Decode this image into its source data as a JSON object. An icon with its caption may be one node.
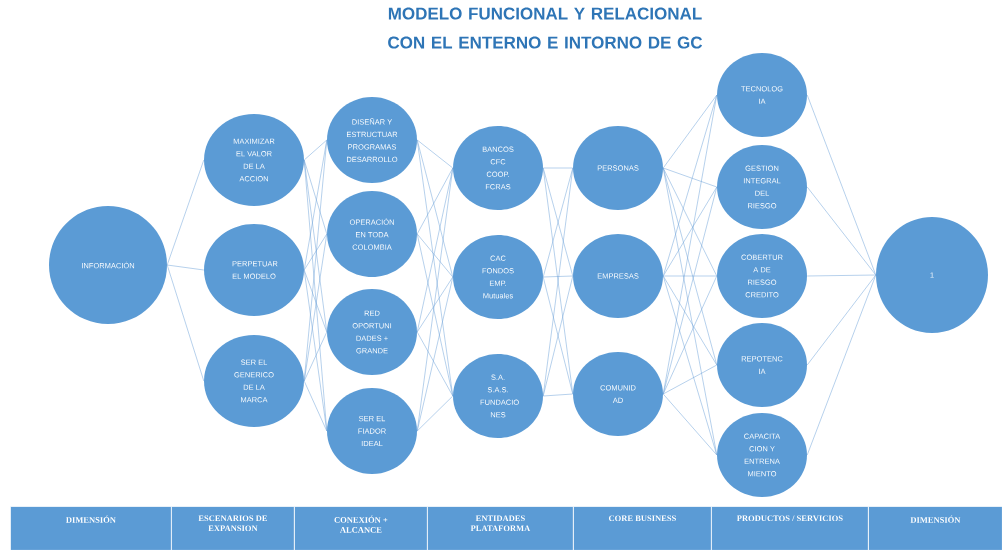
{
  "diagram": {
    "title": "MODELO FUNCIONAL Y RELACIONAL CON EL ENTERNO E INTORNO DE GC",
    "nodes": [
      {
        "text": [
          "INFORMACIÓN"
        ]
      },
      {
        "text": [
          "MAXIMIZAR EL VALOR DE LA ACCION"
        ]
      },
      {
        "text": [
          "PERPETUAR EL MODELO"
        ]
      },
      {
        "text": [
          "SER EL GENERICO DE LA MARCA"
        ]
      },
      {
        "text": [
          "DISEÑAR Y ESTRUCTUAR PROGRAMAS DESARROLLO"
        ]
      },
      {
        "text": [
          "OPERACIÓN EN TODA COLOMBIA"
        ]
      },
      {
        "text": [
          "RED OPORTUNI DADES + GRANDE"
        ]
      },
      {
        "text": [
          "SER EL FIADOR IDEAL"
        ]
      },
      {
        "text": [
          "BANCOS CFC COOP. FCRAS"
        ]
      },
      {
        "text": [
          "CAC FONDOS EMP. Mutuales"
        ]
      },
      {
        "text": [
          "S.A. S.A.S. FUNDACIO NES"
        ]
      },
      {
        "text": [
          "PERSONAS"
        ]
      },
      {
        "text": [
          "EMPRESAS"
        ]
      },
      {
        "text": [
          "COMUNID AD"
        ]
      },
      {
        "text": [
          "TECNOLOG IA"
        ]
      },
      {
        "text": [
          "GESTION INTEGRAL DEL RIESGO"
        ]
      },
      {
        "text": [
          "COBERTUR A DE RIESGO CREDITO"
        ]
      },
      {
        "text": [
          "REPOTENC IA"
        ]
      },
      {
        "text": [
          "CAPACITA CION Y ENTRENA MIENTO"
        ]
      },
      {
        "text": [
          "1"
        ]
      }
    ],
    "edges": [
      {
        "from": 0,
        "to": 1,
        "arrow": "none"
      },
      {
        "from": 0,
        "to": 2,
        "arrow": "none"
      },
      {
        "from": 0,
        "to": 3,
        "arrow": "none"
      },
      {
        "from": 1,
        "to": 4,
        "arrow": "none"
      },
      {
        "from": 1,
        "to": 5,
        "arrow": "none"
      },
      {
        "from": 1,
        "to": 6,
        "arrow": "none"
      },
      {
        "from": 1,
        "to": 7,
        "arrow": "none"
      },
      {
        "from": 2,
        "to": 4,
        "arrow": "none"
      },
      {
        "from": 2,
        "to": 5,
        "arrow": "none"
      },
      {
        "from": 2,
        "to": 6,
        "arrow": "none"
      },
      {
        "from": 2,
        "to": 7,
        "arrow": "none"
      },
      {
        "from": 3,
        "to": 4,
        "arrow": "none"
      },
      {
        "from": 3,
        "to": 5,
        "arrow": "none"
      },
      {
        "from": 3,
        "to": 6,
        "arrow": "none"
      },
      {
        "from": 3,
        "to": 7,
        "arrow": "none"
      },
      {
        "from": 4,
        "to": 8,
        "arrow": "none"
      },
      {
        "from": 4,
        "to": 9,
        "arrow": "none"
      },
      {
        "from": 4,
        "to": 10,
        "arrow": "none"
      },
      {
        "from": 5,
        "to": 8,
        "arrow": "none"
      },
      {
        "from": 5,
        "to": 9,
        "arrow": "none"
      },
      {
        "from": 5,
        "to": 10,
        "arrow": "none"
      },
      {
        "from": 6,
        "to": 8,
        "arrow": "none"
      },
      {
        "from": 6,
        "to": 9,
        "arrow": "none"
      },
      {
        "from": 6,
        "to": 10,
        "arrow": "none"
      },
      {
        "from": 7,
        "to": 8,
        "arrow": "none"
      },
      {
        "from": 7,
        "to": 9,
        "arrow": "none"
      },
      {
        "from": 7,
        "to": 10,
        "arrow": "none"
      },
      {
        "from": 8,
        "to": 11,
        "arrow": "none"
      },
      {
        "from": 8,
        "to": 12,
        "arrow": "none"
      },
      {
        "from": 8,
        "to": 13,
        "arrow": "none"
      },
      {
        "from": 9,
        "to": 11,
        "arrow": "none"
      },
      {
        "from": 9,
        "to": 12,
        "arrow": "none"
      },
      {
        "from": 9,
        "to": 13,
        "arrow": "none"
      },
      {
        "from": 10,
        "to": 11,
        "arrow": "none"
      },
      {
        "from": 10,
        "to": 12,
        "arrow": "none"
      },
      {
        "from": 10,
        "to": 13,
        "arrow": "none"
      },
      {
        "from": 11,
        "to": 14,
        "arrow": "none"
      },
      {
        "from": 11,
        "to": 15,
        "arrow": "none"
      },
      {
        "from": 11,
        "to": 16,
        "arrow": "none"
      },
      {
        "from": 11,
        "to": 17,
        "arrow": "none"
      },
      {
        "from": 11,
        "to": 18,
        "arrow": "none"
      },
      {
        "from": 12,
        "to": 14,
        "arrow": "none"
      },
      {
        "from": 12,
        "to": 15,
        "arrow": "none"
      },
      {
        "from": 12,
        "to": 16,
        "arrow": "none"
      },
      {
        "from": 12,
        "to": 17,
        "arrow": "none"
      },
      {
        "from": 12,
        "to": 18,
        "arrow": "none"
      },
      {
        "from": 13,
        "to": 14,
        "arrow": "none"
      },
      {
        "from": 13,
        "to": 15,
        "arrow": "none"
      },
      {
        "from": 13,
        "to": 16,
        "arrow": "none"
      },
      {
        "from": 13,
        "to": 17,
        "arrow": "none"
      },
      {
        "from": 13,
        "to": 18,
        "arrow": "none"
      },
      {
        "from": 14,
        "to": 19,
        "arrow": "none"
      },
      {
        "from": 15,
        "to": 19,
        "arrow": "none"
      },
      {
        "from": 16,
        "to": 19,
        "arrow": "none"
      },
      {
        "from": 17,
        "to": 19,
        "arrow": "none"
      },
      {
        "from": 18,
        "to": 19,
        "arrow": "none"
      }
    ],
    "labels": [
      "DIMENSIÓN",
      "ESCENARIOS DE EXPANSION",
      "CONEXIÓN + ALCANCE",
      "ENTIDADES PLATAFORMA",
      "CORE BUSINESS",
      "PRODUCTOS / SERVICIOS",
      "DIMENSIÓN"
    ]
  }
}
